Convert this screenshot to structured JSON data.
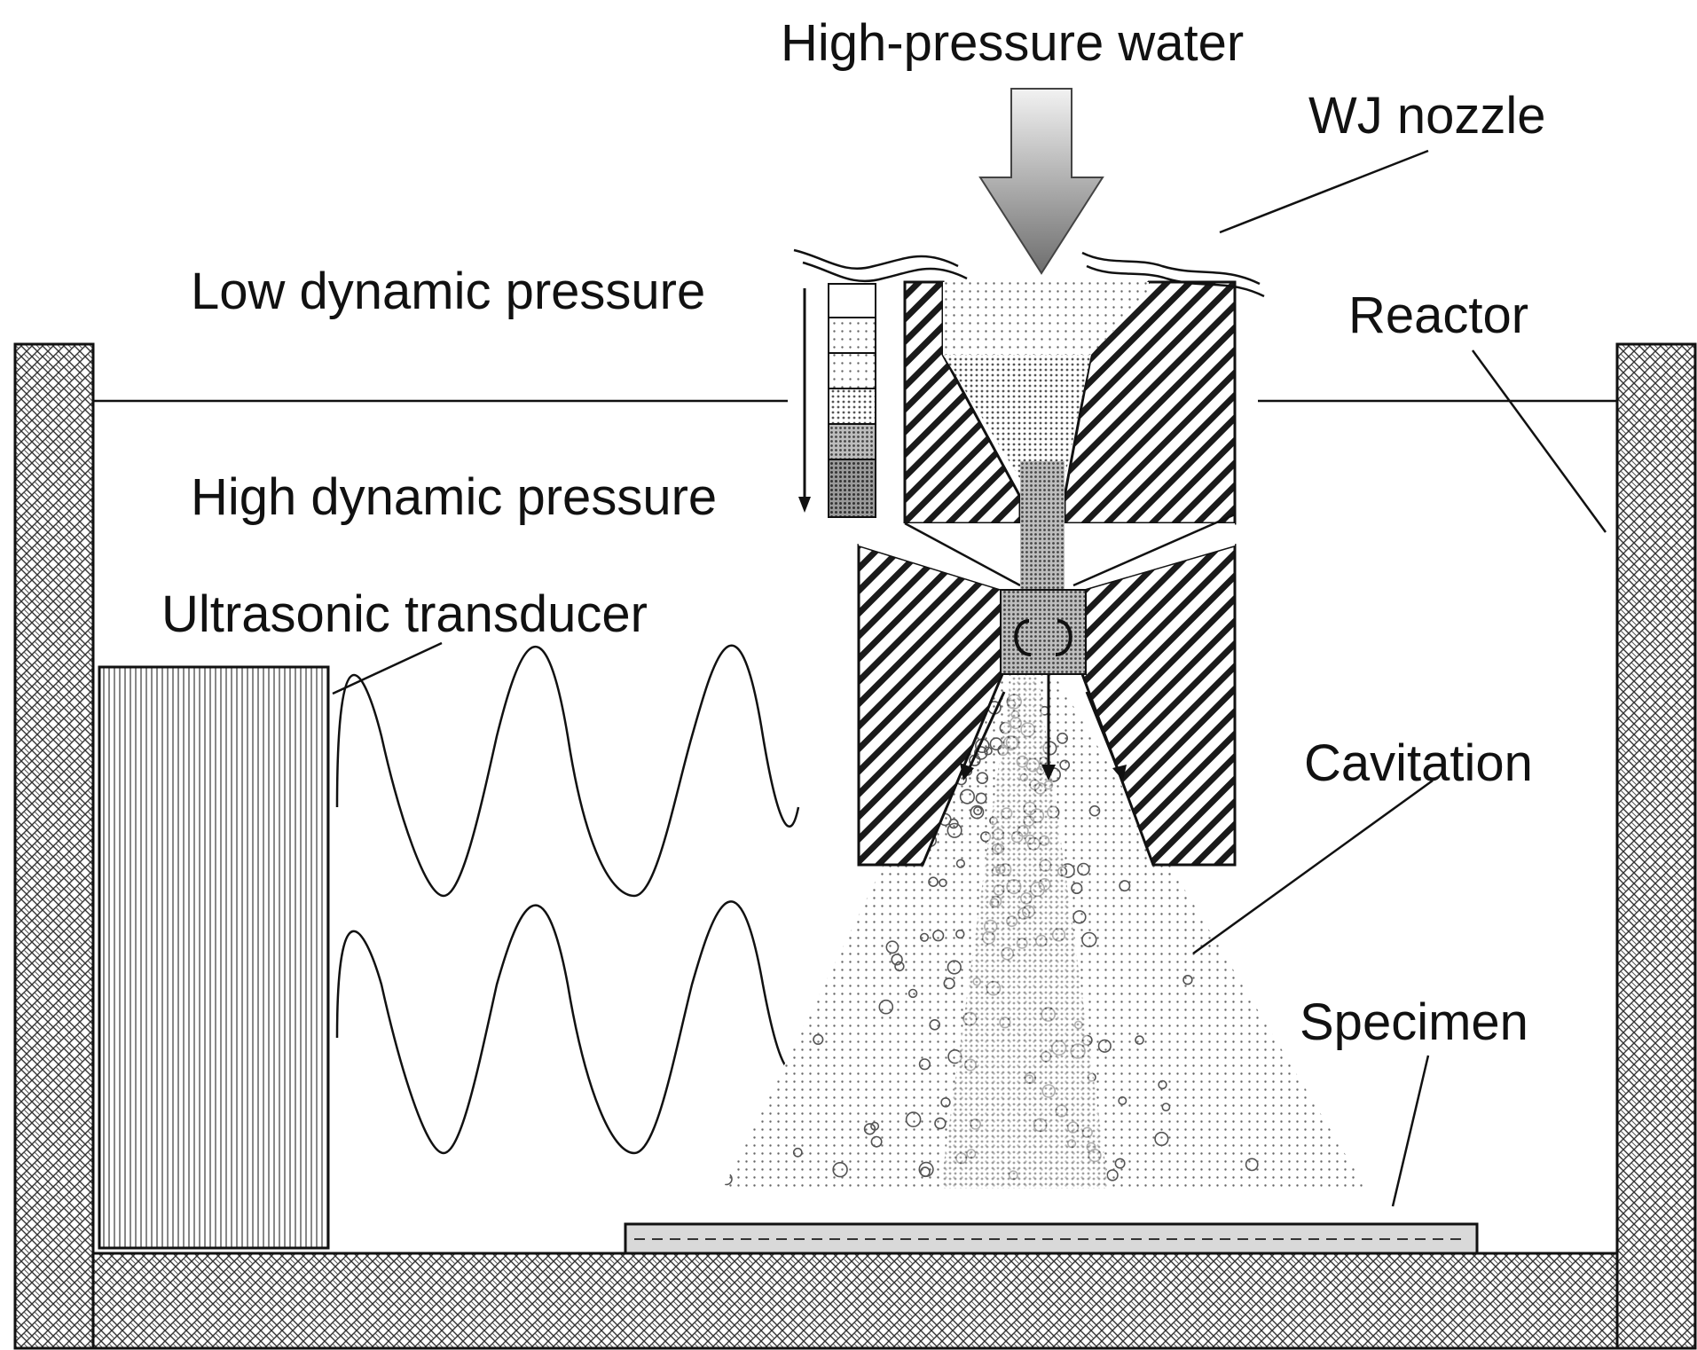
{
  "labels": {
    "high_pressure_water": "High-pressure water",
    "wj_nozzle": "WJ nozzle",
    "low_dynamic_pressure": "Low dynamic pressure",
    "high_dynamic_pressure": "High dynamic pressure",
    "reactor": "Reactor",
    "ultrasonic_transducer": "Ultrasonic transducer",
    "cavitation": "Cavitation",
    "specimen": "Specimen"
  },
  "colors": {
    "line": "#111111",
    "background": "#ffffff",
    "specimen_fill": "#d9d9d9",
    "arrow_light": "#f2f2f2",
    "arrow_dark": "#6e6e6e"
  }
}
